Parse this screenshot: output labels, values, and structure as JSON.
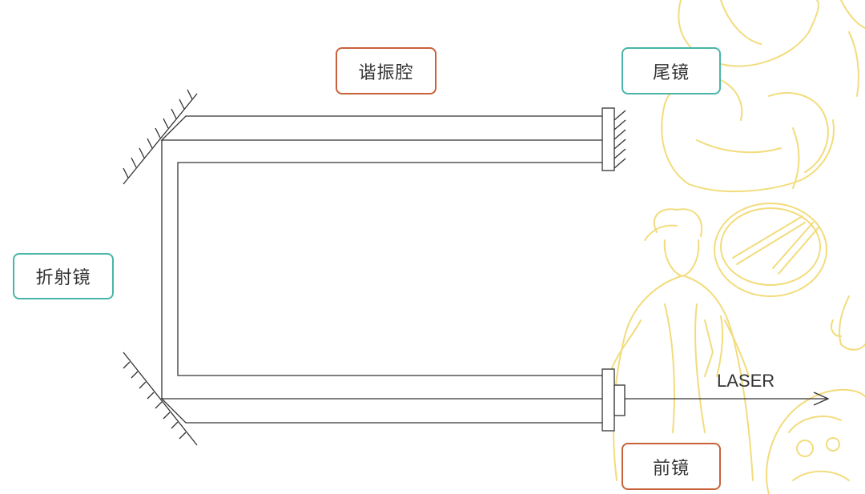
{
  "labels": {
    "resonant_cavity": "谐振腔",
    "rear_mirror": "尾镜",
    "fold_mirror": "折射镜",
    "front_mirror": "前镜",
    "laser": "LASER"
  },
  "colors": {
    "orange_border": "#c8613a",
    "teal_border": "#48b5a8",
    "line": "#333333",
    "illustration": "#f2dc7c"
  },
  "icons": [
    "arrow-right-icon",
    "opera-figure-illustration",
    "drum-illustration"
  ]
}
